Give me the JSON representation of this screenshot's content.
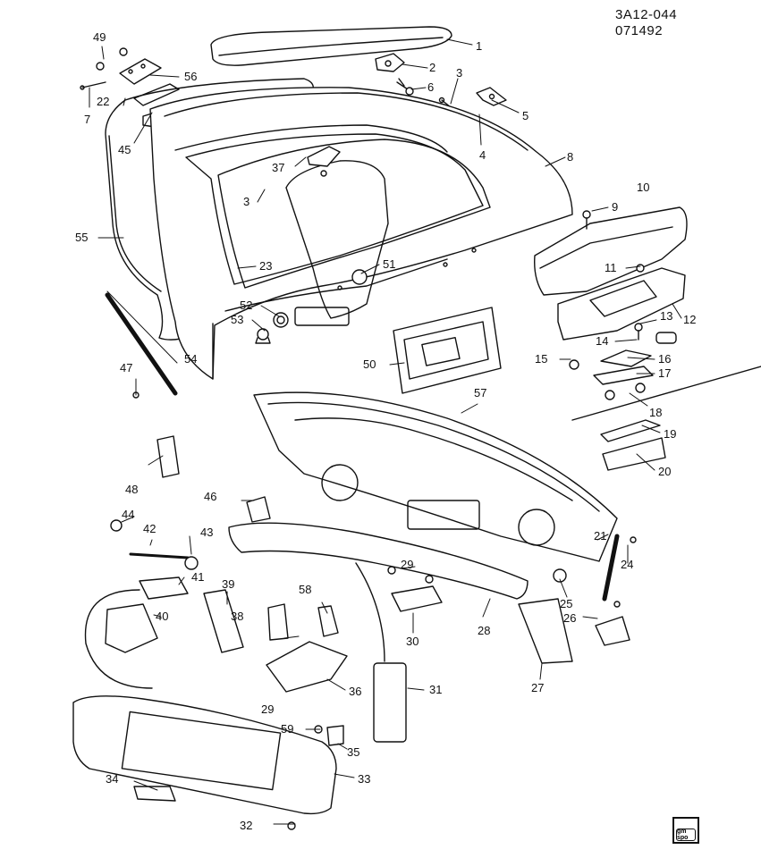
{
  "header": {
    "drawing_code": "3A12-044",
    "date_code": "071492"
  },
  "logo": {
    "icon": "gm-spo-logo-icon",
    "text": "gm spo"
  },
  "callouts": [
    "1",
    "2",
    "3",
    "3",
    "4",
    "5",
    "6",
    "7",
    "8",
    "9",
    "10",
    "11",
    "12",
    "13",
    "14",
    "15",
    "16",
    "17",
    "18",
    "19",
    "20",
    "21",
    "22",
    "23",
    "24",
    "25",
    "26",
    "27",
    "28",
    "29",
    "29",
    "30",
    "31",
    "32",
    "33",
    "34",
    "35",
    "36",
    "37",
    "38",
    "39",
    "40",
    "41",
    "42",
    "43",
    "44",
    "45",
    "46",
    "47",
    "48",
    "49",
    "50",
    "51",
    "52",
    "53",
    "54",
    "55",
    "56",
    "57",
    "58",
    "59"
  ]
}
